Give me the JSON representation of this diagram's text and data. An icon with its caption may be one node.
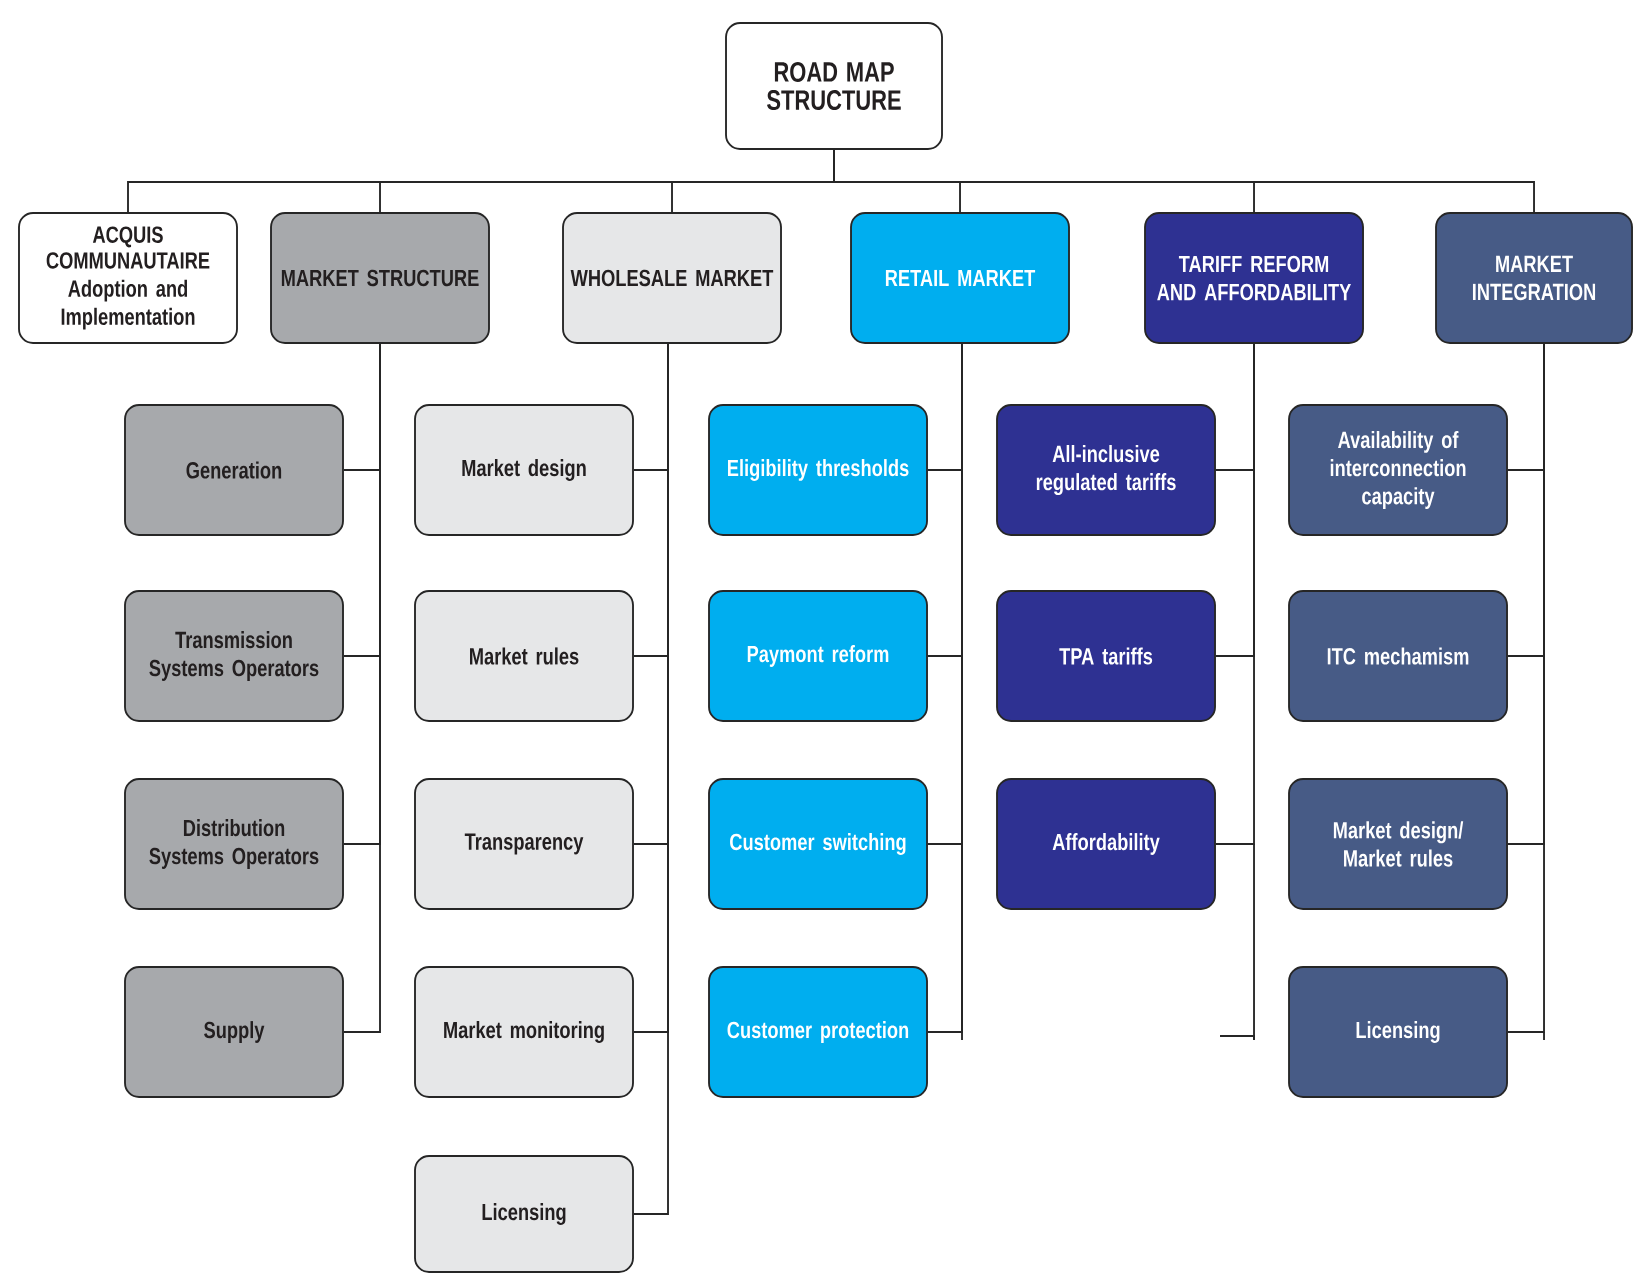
{
  "diagram": {
    "nodes": [
      {
        "text": [
          "ROAD MAP STRUCTURE"
        ]
      },
      {
        "text": [
          "ACQUIS COMMUNAUTAIRE",
          "Adoption and Implementation"
        ]
      },
      {
        "text": [
          "MARKET STRUCTURE"
        ]
      },
      {
        "text": [
          "WHOLESALE MARKET"
        ]
      },
      {
        "text": [
          "RETAIL MARKET"
        ]
      },
      {
        "text": [
          "TARIFF REFORM AND AFFORDABILITY"
        ]
      },
      {
        "text": [
          "MARKET INTEGRATION"
        ]
      },
      {
        "text": [
          "Generation"
        ]
      },
      {
        "text": [
          "Transmission Systems Operators"
        ]
      },
      {
        "text": [
          "Distribution Systems Operators"
        ]
      },
      {
        "text": [
          "Supply"
        ]
      },
      {
        "text": [
          "Market design"
        ]
      },
      {
        "text": [
          "Market rules"
        ]
      },
      {
        "text": [
          "Transparency"
        ]
      },
      {
        "text": [
          "Market monitoring"
        ]
      },
      {
        "text": [
          "Licensing"
        ]
      },
      {
        "text": [
          "Eligibility thresholds"
        ]
      },
      {
        "text": [
          "Paymont reform"
        ]
      },
      {
        "text": [
          "Customer switching"
        ]
      },
      {
        "text": [
          "Customer protection"
        ]
      },
      {
        "text": [
          "All-inclusive regulated tariffs"
        ]
      },
      {
        "text": [
          "TPA tariffs"
        ]
      },
      {
        "text": [
          "Affordability"
        ]
      },
      {
        "text": [
          "Availability of interconnection capacity"
        ]
      },
      {
        "text": [
          "ITC mechamism"
        ]
      },
      {
        "text": [
          "Market design/ Market rules"
        ]
      },
      {
        "text": [
          "Licensing"
        ]
      }
    ],
    "edges": [
      {
        "from": 0,
        "to": 1,
        "arrow": "none"
      },
      {
        "from": 0,
        "to": 2,
        "arrow": "none"
      },
      {
        "from": 0,
        "to": 3,
        "arrow": "none"
      },
      {
        "from": 0,
        "to": 4,
        "arrow": "none"
      },
      {
        "from": 0,
        "to": 5,
        "arrow": "none"
      },
      {
        "from": 0,
        "to": 6,
        "arrow": "none"
      },
      {
        "from": 2,
        "to": 7,
        "arrow": "none"
      },
      {
        "from": 2,
        "to": 8,
        "arrow": "none"
      },
      {
        "from": 2,
        "to": 9,
        "arrow": "none"
      },
      {
        "from": 2,
        "to": 10,
        "arrow": "none"
      },
      {
        "from": 3,
        "to": 11,
        "arrow": "none"
      },
      {
        "from": 3,
        "to": 12,
        "arrow": "none"
      },
      {
        "from": 3,
        "to": 13,
        "arrow": "none"
      },
      {
        "from": 3,
        "to": 14,
        "arrow": "none"
      },
      {
        "from": 3,
        "to": 15,
        "arrow": "none"
      },
      {
        "from": 4,
        "to": 16,
        "arrow": "none"
      },
      {
        "from": 4,
        "to": 17,
        "arrow": "none"
      },
      {
        "from": 4,
        "to": 18,
        "arrow": "none"
      },
      {
        "from": 4,
        "to": 19,
        "arrow": "none"
      },
      {
        "from": 5,
        "to": 20,
        "arrow": "none"
      },
      {
        "from": 5,
        "to": 21,
        "arrow": "none"
      },
      {
        "from": 5,
        "to": 22,
        "arrow": "none"
      },
      {
        "from": 6,
        "to": 23,
        "arrow": "none"
      },
      {
        "from": 6,
        "to": 24,
        "arrow": "none"
      },
      {
        "from": 6,
        "to": 25,
        "arrow": "none"
      },
      {
        "from": 6,
        "to": 26,
        "arrow": "none"
      }
    ]
  }
}
